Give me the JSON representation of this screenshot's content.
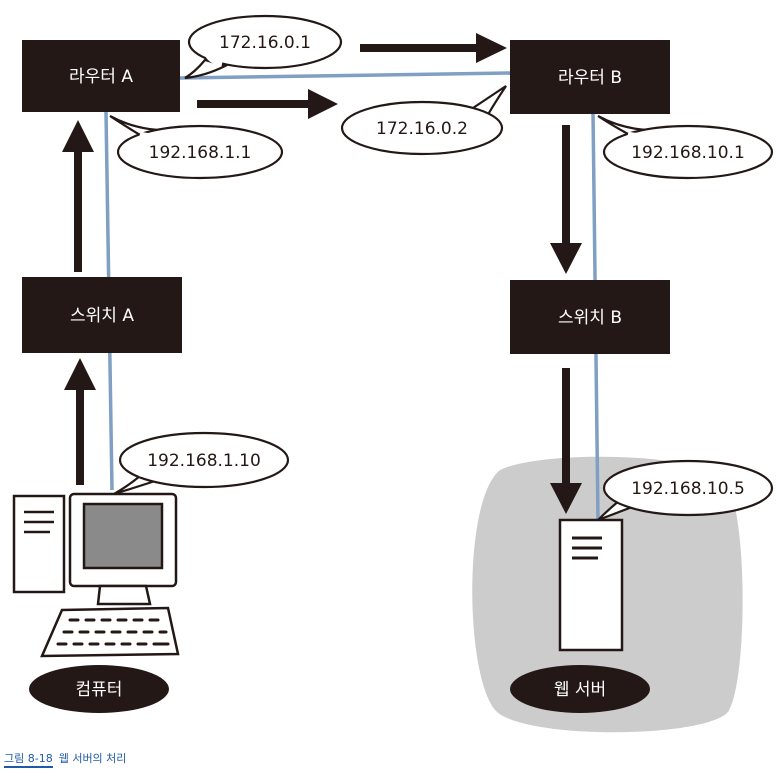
{
  "nodes": {
    "router_a": "라우터 A",
    "router_b": "라우터 B",
    "switch_a": "스위치 A",
    "switch_b": "스위치 B",
    "computer": "컴퓨터",
    "web_server": "웹 서버"
  },
  "addresses": {
    "router_a_wan": "172.16.0.1",
    "router_b_wan": "172.16.0.2",
    "router_a_lan": "192.168.1.1",
    "router_b_lan": "192.168.10.1",
    "computer_ip": "192.168.1.10",
    "web_server_ip": "192.168.10.5"
  },
  "colors": {
    "box": "#231815",
    "link": "#7f9fc3",
    "server_area": "#cccccc",
    "caption": "#1f5aa6"
  },
  "caption": {
    "figure_no": "그림 8-18",
    "text": "웹 서버의 처리"
  }
}
